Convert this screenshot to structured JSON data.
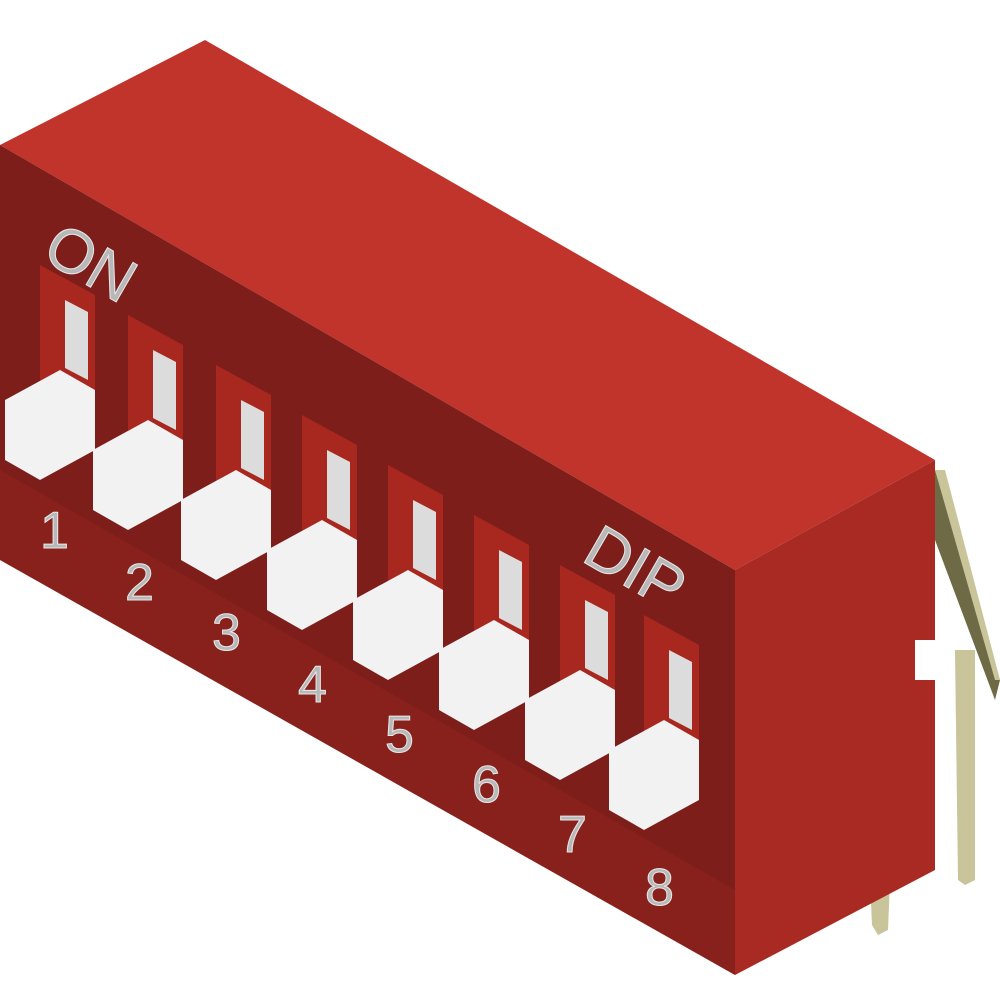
{
  "product": {
    "type": "dip-switch",
    "positions": 8,
    "label_on": "ON",
    "label_dip": "DIP",
    "switch_numbers": [
      "1",
      "2",
      "3",
      "4",
      "5",
      "6",
      "7",
      "8"
    ]
  },
  "colors": {
    "body_top": "#c0342b",
    "body_front": "#7d1e1a",
    "body_side": "#a82a23",
    "actuator": "#f2f2f2",
    "pin": "#c9c49a",
    "pin_dark": "#6e6a45",
    "background": "#ffffff"
  }
}
